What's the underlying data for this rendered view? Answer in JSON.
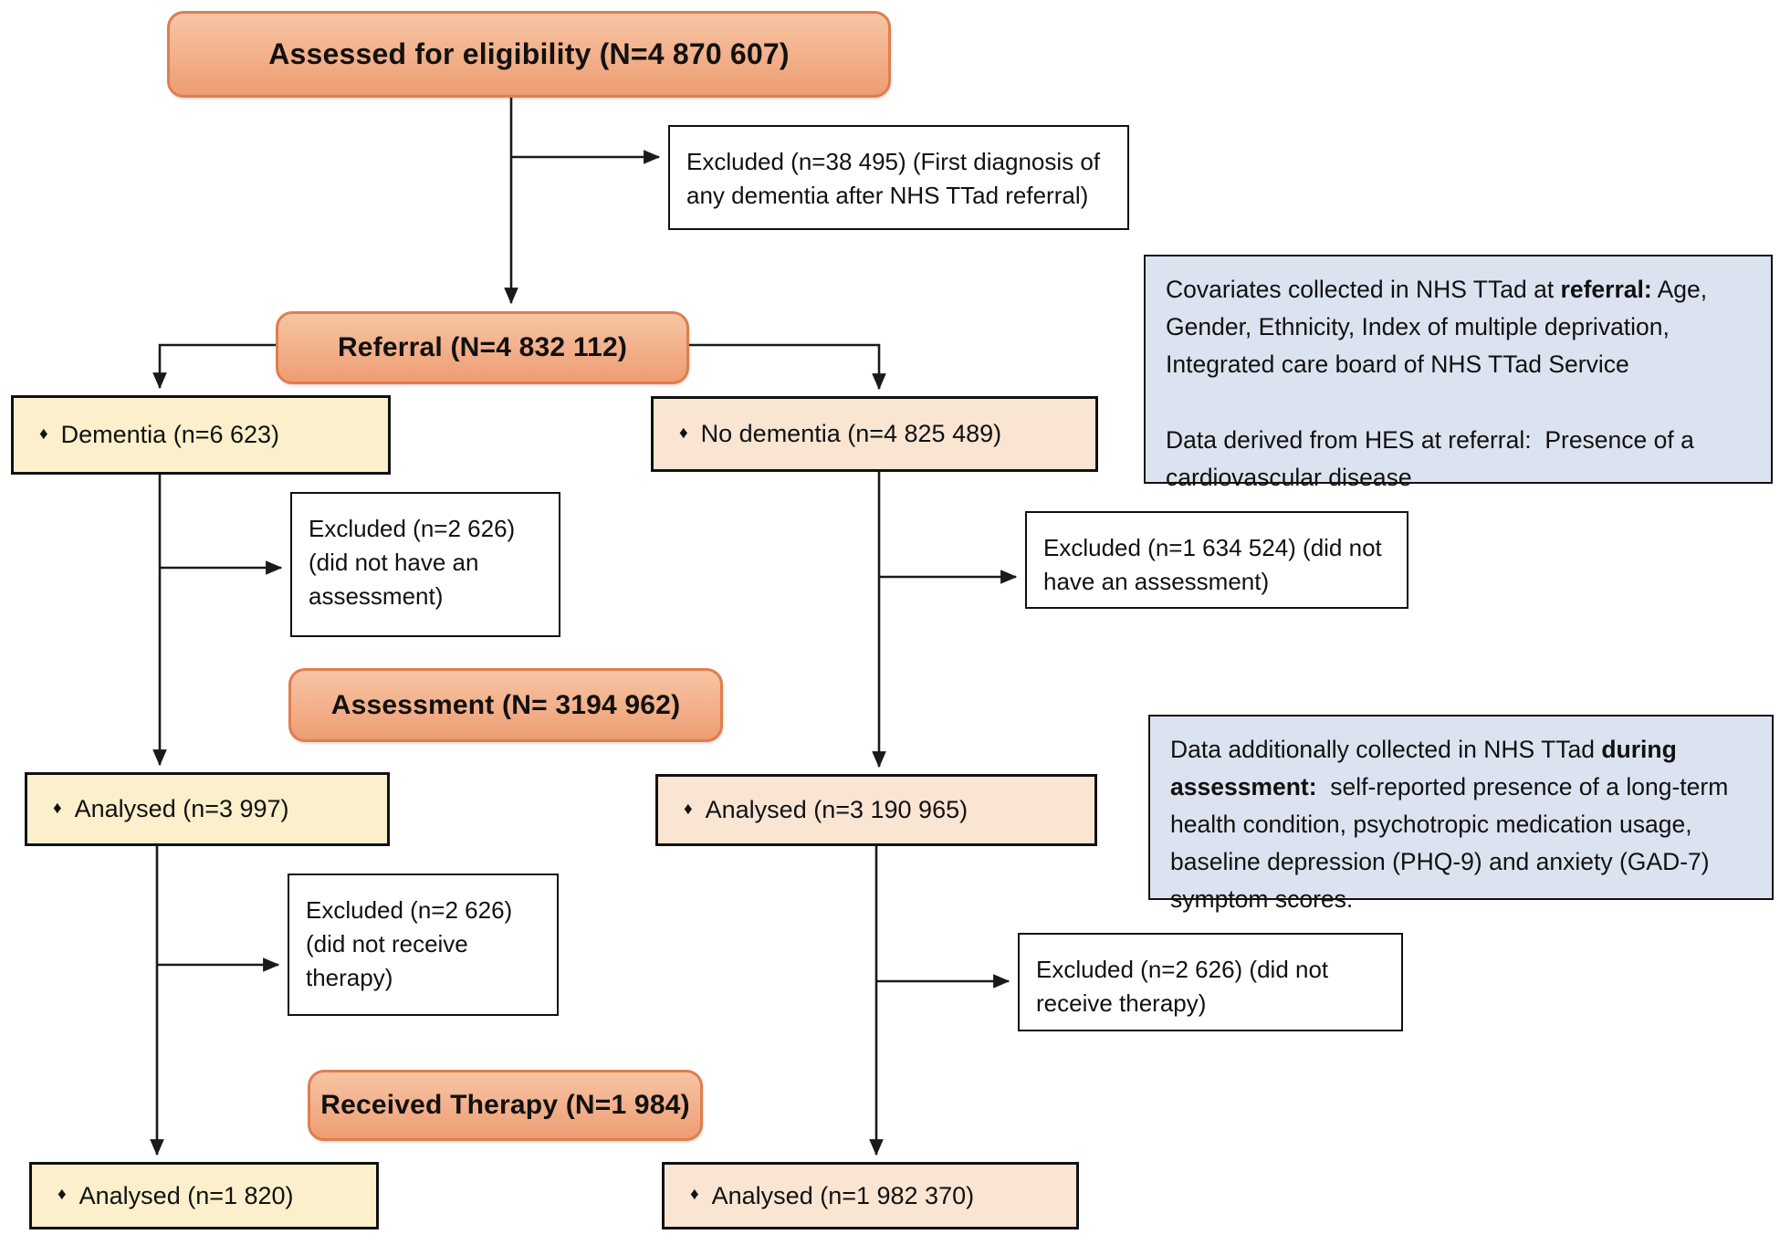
{
  "bullet": "♦",
  "stages": {
    "eligibility": "Assessed for eligibility (N=4 870 607)",
    "referral": "Referral (N=4 832 112)",
    "assessment": "Assessment (N= 3194 962)",
    "received_therapy": "Received Therapy (N=1 984)"
  },
  "exclusions": {
    "eligibility": "Excluded (n=38 495) (First diagnosis of any dementia after NHS TTad referral)",
    "dementia_assessment": "Excluded (n=2 626) (did not have an assessment)",
    "no_dementia_assessment": "Excluded (n=1 634 524) (did not have an assessment)",
    "dementia_therapy": "Excluded (n=2 626) (did not receive therapy)",
    "no_dementia_therapy": "Excluded (n=2 626) (did not receive therapy)"
  },
  "arms": {
    "dementia": {
      "referral": "Dementia (n=6 623)",
      "assessment_analysed": "Analysed (n=3 997)",
      "therapy_analysed": "Analysed (n=1 820)"
    },
    "no_dementia": {
      "referral": "No dementia (n=4 825 489)",
      "assessment_analysed": "Analysed (n=3 190 965)",
      "therapy_analysed": "Analysed (n=1 982 370)"
    }
  },
  "notes": {
    "referral": {
      "p1_pre": "Covariates collected in NHS TTad at ",
      "p1_bold": "referral:",
      "p1_post": " Age, Gender, Ethnicity, Index of multiple deprivation, Integrated care board of NHS TTad Service",
      "p2": "Data derived from HES at referral:  Presence of a cardiovascular disease"
    },
    "assessment": {
      "p1_pre": "Data additionally collected in NHS TTad ",
      "p1_bold": "during assessment:",
      "p1_post": "  self-reported presence of a long-term health condition, psychotropic medication usage, baseline depression (PHQ-9) and anxiety (GAD-7) symptom scores."
    }
  },
  "colors": {
    "stage_gradient_top": "#f7c5a4",
    "stage_gradient_bottom": "#ee9d73",
    "stage_border": "#e07d4f",
    "dementia_fill": "#fbf0cb",
    "no_dementia_fill": "#fae5d3",
    "note_fill": "#dce3f0",
    "line_color": "#1a1a1a"
  }
}
